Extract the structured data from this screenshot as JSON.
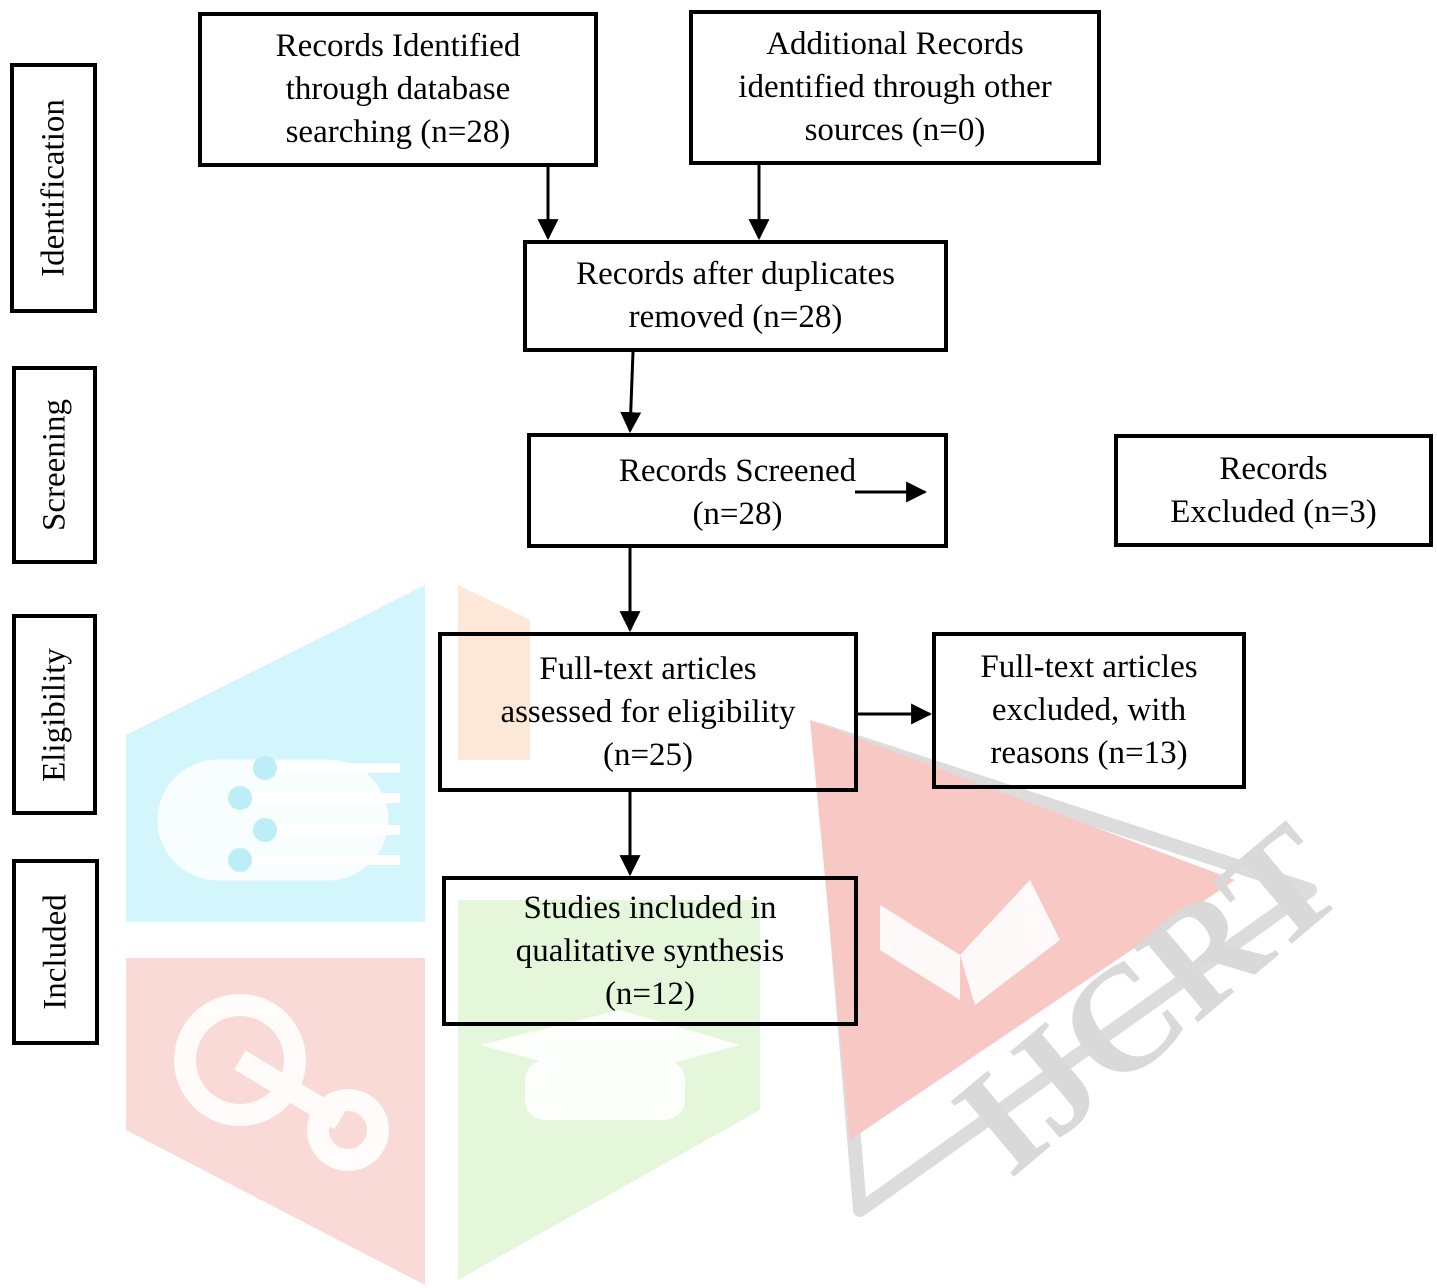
{
  "stages": {
    "identification": "Identification",
    "screening": "Screening",
    "eligibility": "Eligibility",
    "included": "Included"
  },
  "boxes": {
    "db_records": "Records Identified\nthrough database\nsearching (n=28)",
    "other_records": "Additional Records\nidentified through other\nsources (n=0)",
    "after_duplicates": "Records after duplicates\nremoved (n=28)",
    "screened": "Records Screened\n(n=28)",
    "excluded": "Records\nExcluded (n=3)",
    "full_text": "Full-text articles\nassessed for eligibility\n(n=25)",
    "full_text_excluded": "Full-text articles\nexcluded, with\nreasons (n=13)",
    "included_studies": "Studies included in\nqualitative synthesis\n(n=12)"
  },
  "watermark": {
    "text": "IJCRT",
    "colors": {
      "cyan": "#c9f4fb",
      "orange": "#fde6d3",
      "green": "#e2f6d7",
      "red": "#f9d2cf",
      "red_bright": "#f6a89f",
      "gray": "#d6d6d6"
    }
  }
}
